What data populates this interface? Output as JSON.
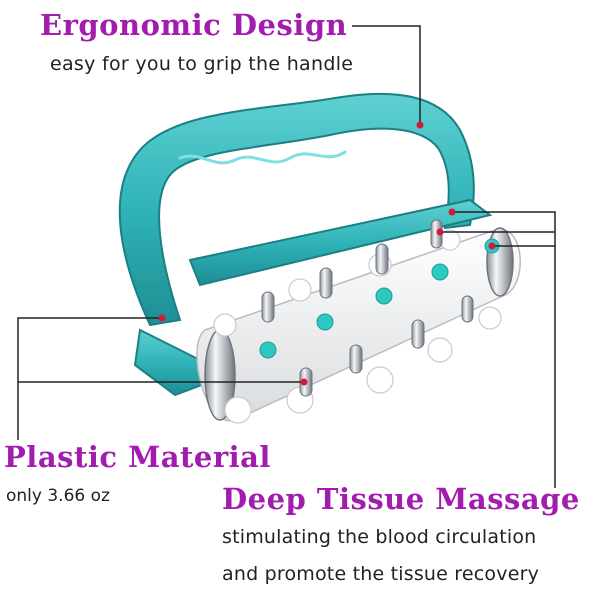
{
  "colors": {
    "heading": "#a21caf",
    "body_text": "#222222",
    "handle": "#2fb3b7",
    "roller": "#f2f2f2",
    "bead": "#2dc9c0",
    "chrome": "#c9ccd1",
    "pointer_dot": "#d11a3a"
  },
  "features": {
    "ergonomic": {
      "title": "Ergonomic Design",
      "description": "easy for you to grip the handle"
    },
    "plastic": {
      "title": "Plastic Material",
      "description": "only 3.66 oz"
    },
    "deep_tissue": {
      "title": "Deep Tissue Massage",
      "description_line1": "stimulating the blood circulation",
      "description_line2": "and promote the tissue recovery"
    }
  }
}
